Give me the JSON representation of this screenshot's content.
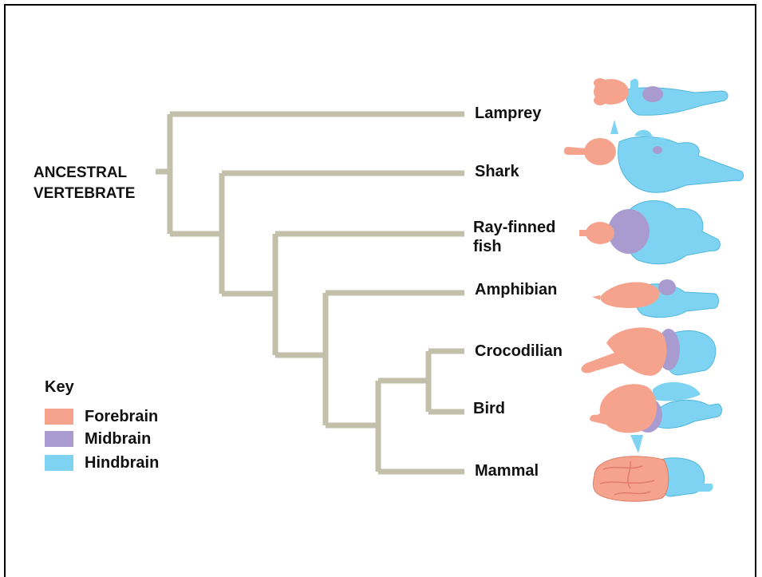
{
  "root_label": [
    "ANCESTRAL",
    "VERTEBRATE"
  ],
  "taxa": [
    {
      "id": "lamprey",
      "label": "Lamprey"
    },
    {
      "id": "shark",
      "label": "Shark"
    },
    {
      "id": "ray-finned-fish",
      "label": [
        "Ray-finned",
        "fish"
      ]
    },
    {
      "id": "amphibian",
      "label": "Amphibian"
    },
    {
      "id": "crocodilian",
      "label": "Crocodilian"
    },
    {
      "id": "bird",
      "label": "Bird"
    },
    {
      "id": "mammal",
      "label": "Mammal"
    }
  ],
  "key": {
    "title": "Key",
    "items": [
      {
        "label": "Forebrain",
        "color": "#f5a38d"
      },
      {
        "label": "Midbrain",
        "color": "#a99bd0"
      },
      {
        "label": "Hindbrain",
        "color": "#7fd3f2"
      }
    ]
  },
  "colors": {
    "tree_line": "#c2c0aa",
    "forebrain": "#f5a38d",
    "midbrain": "#a99bd0",
    "hindbrain": "#7fd3f2"
  }
}
